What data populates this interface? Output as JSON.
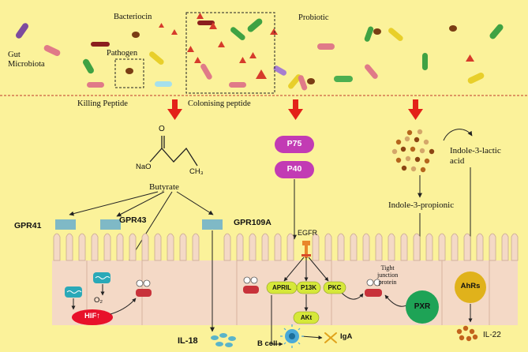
{
  "top": {
    "gut_microbiota": "Gut\nMicrobiota",
    "bacteriocin": "Bacteriocin",
    "pathogen": "Pathogen",
    "probiotic": "Probiotic",
    "killing_peptide": "Killing Peptide",
    "colonising_peptide": "Colonising peptide"
  },
  "butyrate": {
    "o": "O",
    "nao": "NaO",
    "ch3": "CH₃",
    "label": "Butyrate"
  },
  "receptors": {
    "gpr41": "GPR41",
    "gpr43": "GPR43",
    "gpr109a": "GPR109A"
  },
  "peptides": {
    "p75": "P75",
    "p40": "P40"
  },
  "indole": {
    "lactic": "Indole-3-lactic\nacid",
    "propionic": "Indole-3-propionic"
  },
  "cell": {
    "o2": "O₂",
    "hif": "HIF↑",
    "il18": "IL-18",
    "egfr": "EGFR",
    "april": "APRIL",
    "p13k": "P13K",
    "pkc": "PKC",
    "akt": "AKt",
    "tight_junction": "Tight\njunction\nprotein",
    "b_cell": "B cell",
    "iga": "IgA",
    "pxr": "PXR",
    "ahrs": "AhRs",
    "il22": "IL-22"
  },
  "colors": {
    "background": "#fbf29a",
    "divider": "#c0392b",
    "red_arrow": "#e32219",
    "p_pill": "#c23bb4",
    "hif": "#e8112a",
    "pxr": "#1ea356",
    "ahrs": "#e0b21b",
    "receptor": "#7fb9c6",
    "membrane": "#f4d9c6"
  }
}
